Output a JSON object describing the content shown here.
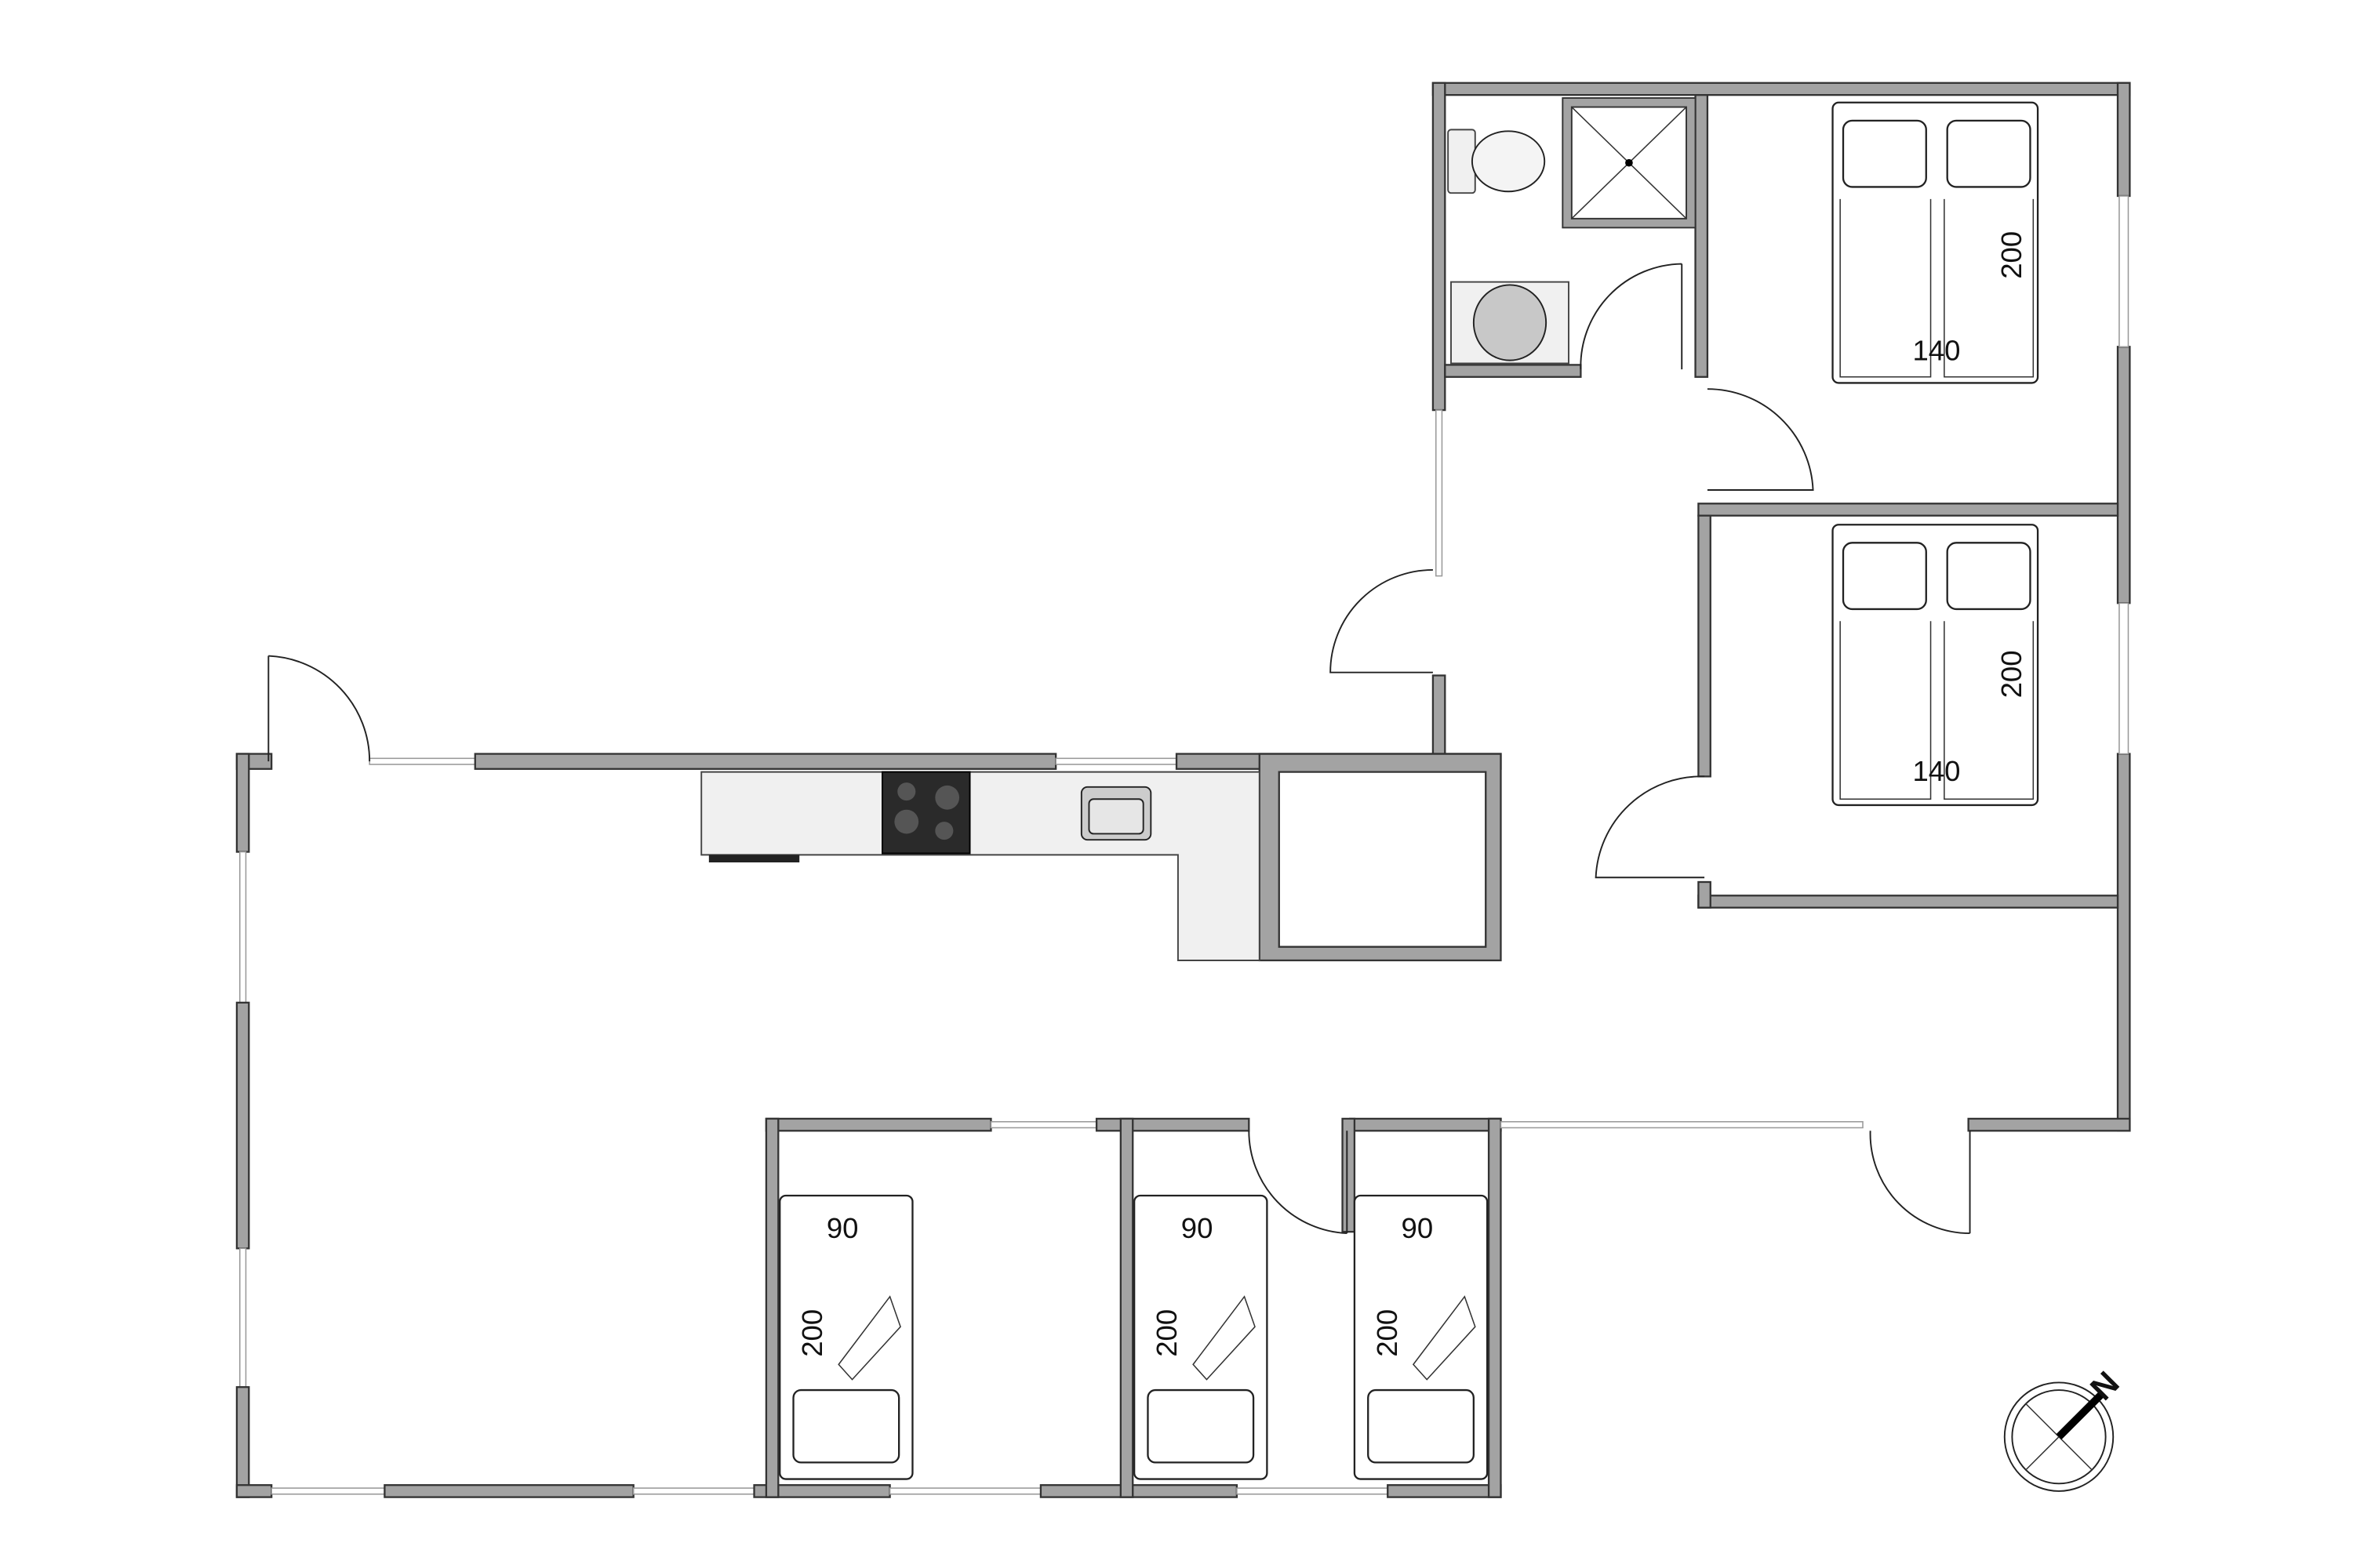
{
  "plan": {
    "double_beds": [
      {
        "width_label": "140",
        "length_label": "200"
      },
      {
        "width_label": "140",
        "length_label": "200"
      }
    ],
    "single_beds": [
      {
        "width_label": "90",
        "length_label": "200"
      },
      {
        "width_label": "90",
        "length_label": "200"
      },
      {
        "width_label": "90",
        "length_label": "200"
      }
    ],
    "compass": {
      "label": "N"
    },
    "colors": {
      "wall": "#a3a3a3",
      "counter": "#f0f0f0",
      "hob": "#2a2a2a"
    }
  }
}
